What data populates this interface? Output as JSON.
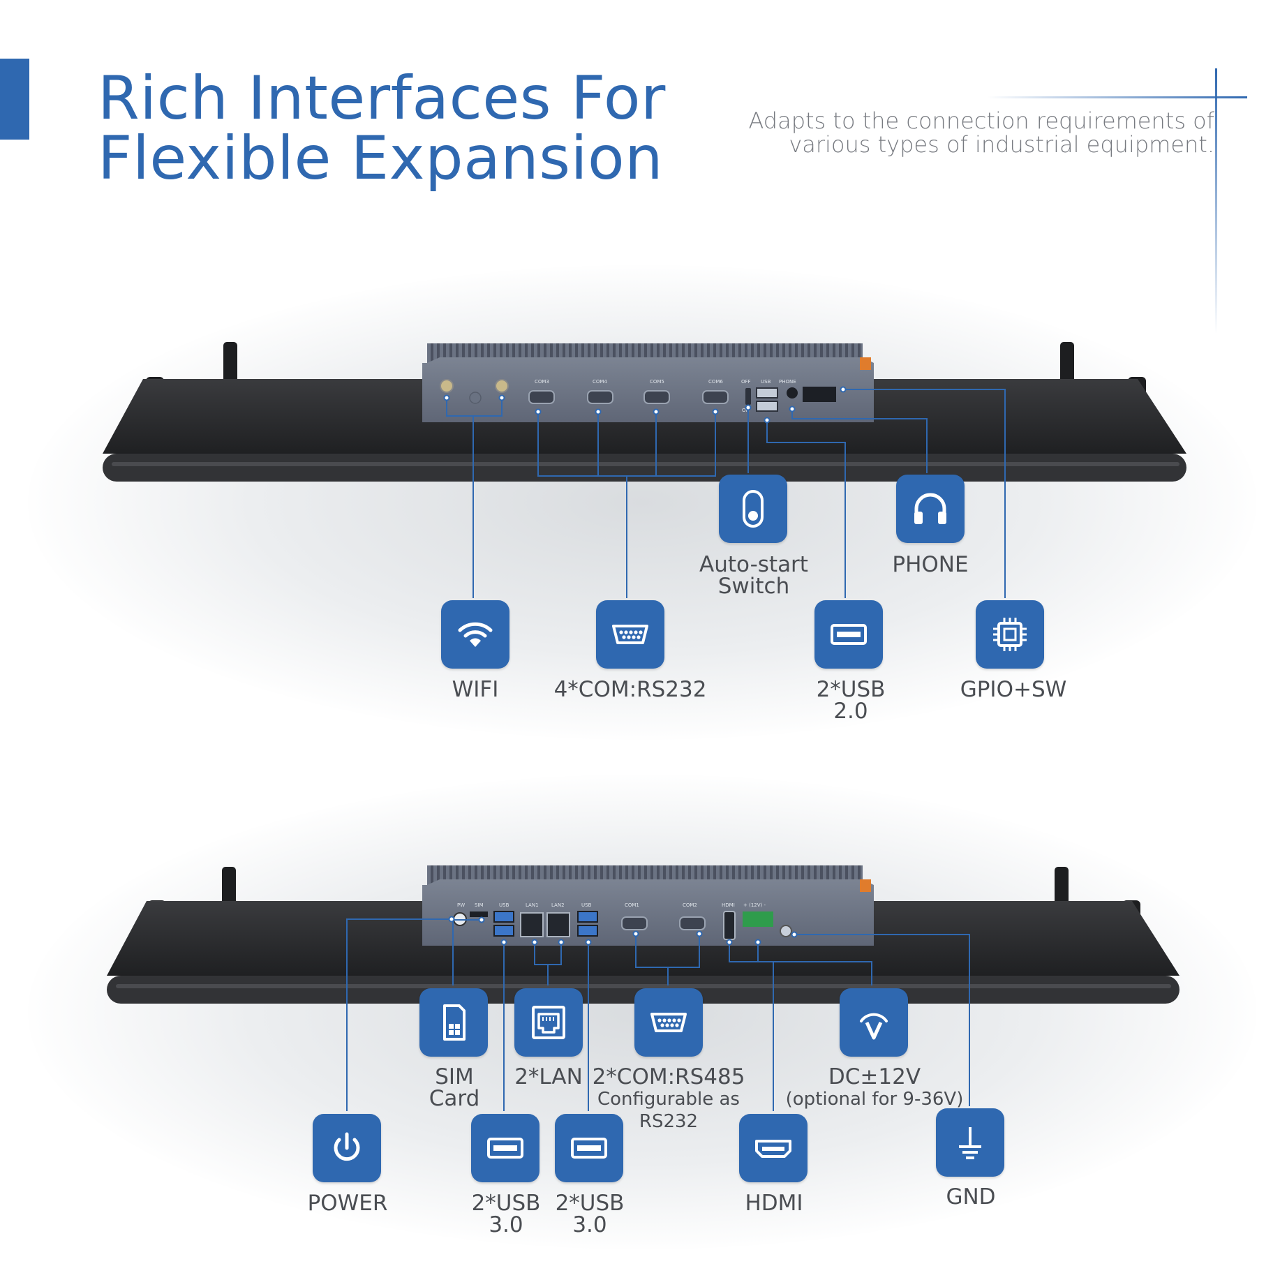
{
  "header": {
    "title_line1": "Rich Interfaces For",
    "title_line2": "Flexible Expansion",
    "subtitle_line1": "Adapts to the connection requirements of",
    "subtitle_line2": "various types of industrial equipment."
  },
  "colors": {
    "accent": "#2f68b0",
    "label": "#4a4d52",
    "panel": "#2b2c2f",
    "box": "#6f7787"
  },
  "top_panel": {
    "port_labels": [
      "COM3",
      "COM4",
      "COM5",
      "COM6",
      "OFF",
      "USB",
      "PHONE",
      "ON"
    ],
    "features": [
      {
        "icon": "wifi-icon",
        "label": "WIFI"
      },
      {
        "icon": "serial-port-icon",
        "label": "4*COM:RS232"
      },
      {
        "icon": "toggle-switch-icon",
        "label_line1": "Auto-start",
        "label_line2": "Switch"
      },
      {
        "icon": "usb-icon",
        "label_line1": "2*USB",
        "label_line2": "2.0"
      },
      {
        "icon": "headphones-icon",
        "label": "PHONE"
      },
      {
        "icon": "chip-icon",
        "label": "GPIO+SW"
      }
    ]
  },
  "bottom_panel": {
    "port_labels": [
      "PW",
      "SIM",
      "USB",
      "LAN1",
      "LAN2",
      "USB",
      "COM1",
      "COM2",
      "HDMI",
      "+ (12V) -"
    ],
    "features": [
      {
        "icon": "power-icon",
        "label": "POWER"
      },
      {
        "icon": "sim-card-icon",
        "label_line1": "SIM",
        "label_line2": "Card"
      },
      {
        "icon": "usb-icon",
        "label_line1": "2*USB",
        "label_line2": "3.0"
      },
      {
        "icon": "usb-icon",
        "label_line1": "2*USB",
        "label_line2": "3.0"
      },
      {
        "icon": "ethernet-icon",
        "label": "2*LAN"
      },
      {
        "icon": "serial-port-icon",
        "label": "2*COM:RS485",
        "sub_line1": "Configurable as",
        "sub_line2": "RS232"
      },
      {
        "icon": "hdmi-icon",
        "label": "HDMI"
      },
      {
        "icon": "dc-power-icon",
        "label": "DC±12V",
        "sub": "(optional for 9-36V)"
      },
      {
        "icon": "ground-icon",
        "label": "GND"
      }
    ]
  }
}
